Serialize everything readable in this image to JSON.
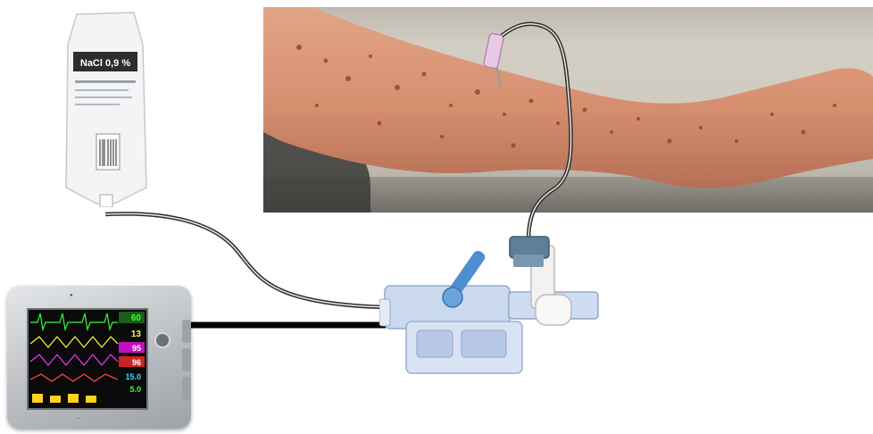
{
  "iv_bag": {
    "label": "NaCl 0,9 %"
  },
  "colors": {
    "tubing": "#2d2f2c",
    "cable": "#000000",
    "transducer_body": "#c9d7ef",
    "stopcock_blue": "#4f8ed0",
    "valve_white": "#f2f2f2",
    "skin": "#d89373"
  },
  "monitor": {
    "readouts": [
      "60",
      "13",
      "95",
      "96",
      "15.0",
      "5.0"
    ]
  }
}
